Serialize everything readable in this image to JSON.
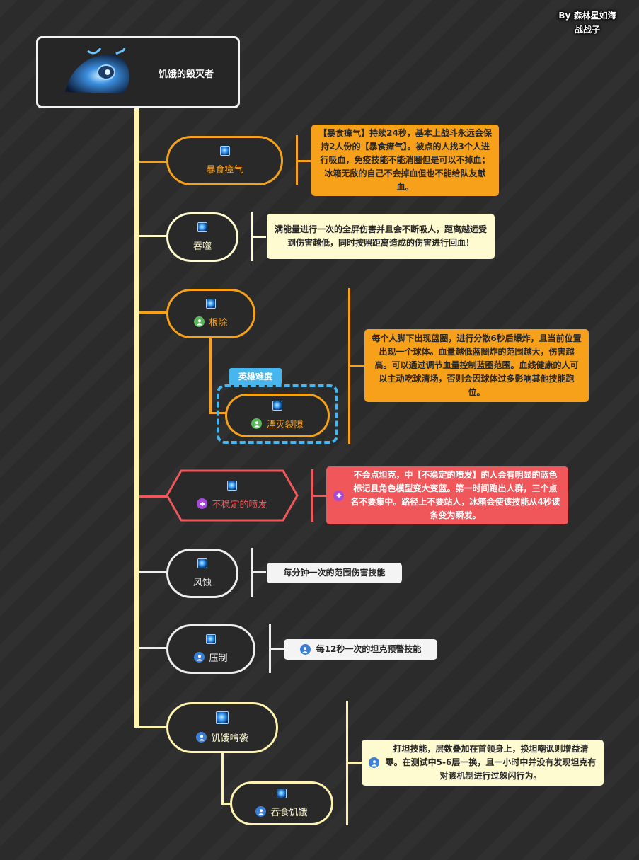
{
  "credit": {
    "line1": "By 森林星如海",
    "line2": "战战子"
  },
  "root": {
    "title": "饥饿的毁灭者",
    "art_icon": "boss-portrait"
  },
  "badge_labels": {
    "hero": "英雄难度"
  },
  "colors": {
    "orange": "#f7a11a",
    "yellow": "#fffbd1",
    "white": "#f4f4f4",
    "red": "#f0575b",
    "blue": "#48b6ee",
    "trunk": "#fff3b0"
  },
  "nodes": [
    {
      "label": "暴食瘴气",
      "icon": "miasma-spell-icon",
      "role_icon": null,
      "note": "【暴食瘴气】持续24秒，基本上战斗永远会保持2人份的【暴食瘴气】。被点的人找3个人进行吸血，免疫技能不能消圈但是可以不掉血；冰箱无敌的自己不会掉血但也不能给队友献血。"
    },
    {
      "label": "吞噬",
      "icon": "consume-spell-icon",
      "role_icon": null,
      "note": "满能量进行一次的全屏伤害并且会不断吸人，距离越远受到伤害越低，同时按照距离造成的伤害进行回血！"
    },
    {
      "label": "根除",
      "icon": "expunge-spell-icon",
      "role_icon": "healer-icon",
      "note": "每个人脚下出现蓝圈，进行分散6秒后爆炸，且当前位置出现一个球体。血量越低蓝圈炸的范围越大，伤害越高。可以通过调节血量控制蓝圈范围。血线健康的人可以主动吃球清场，否则会因球体过多影响其他技能跑位。"
    },
    {
      "label": "湮灭裂隙",
      "icon": "rift-spell-icon",
      "role_icon": "healer-icon"
    },
    {
      "label": "不稳定的喷发",
      "icon": "eruption-spell-icon",
      "role_icon": "dps-icon",
      "note": "不会点坦克，中【不稳定的喷发】的人会有明显的蓝色标记且角色模型变大变蓝。第一时间跑出人群，三个点名不要集中。路径上不要站人，冰箱会使该技能从4秒读条变为瞬发。"
    },
    {
      "label": "风蚀",
      "icon": "erosion-spell-icon",
      "role_icon": null,
      "note": "每分钟一次的范围伤害技能"
    },
    {
      "label": "压制",
      "icon": "overpower-spell-icon",
      "role_icon": "tank-icon",
      "note": "每12秒一次的坦克预警技能"
    },
    {
      "label": "饥饿啃袭",
      "icon": "hunger-spell-icon",
      "role_icon": "tank-icon",
      "note": "打坦技能，层数叠加在首领身上，换坦嘲讽则增益清零。在测试中5-6层一换，且一小时中并没有发现坦克有对该机制进行过躲闪行为。"
    },
    {
      "label": "吞食饥饿",
      "icon": "devour-spell-icon",
      "role_icon": "tank-icon"
    }
  ]
}
